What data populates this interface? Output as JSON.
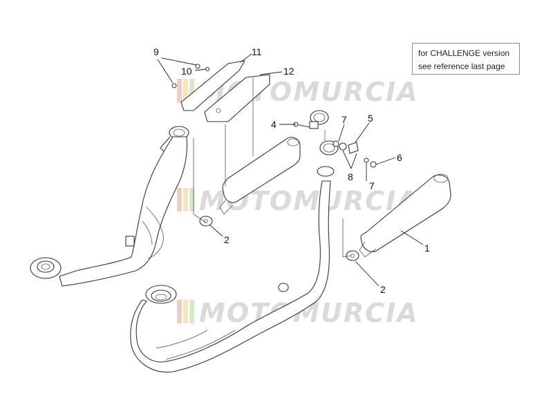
{
  "note": {
    "line1": "for CHALLENGE version",
    "line2": "see reference last page"
  },
  "watermark": {
    "text": "MOTOMURCIA",
    "stripe_colors": [
      "#e9b6b0",
      "#f0dc98",
      "#bfe0b5"
    ]
  },
  "callouts": [
    {
      "id": "1",
      "label": "1"
    },
    {
      "id": "2a",
      "label": "2"
    },
    {
      "id": "2b",
      "label": "2"
    },
    {
      "id": "4",
      "label": "4"
    },
    {
      "id": "5",
      "label": "5"
    },
    {
      "id": "6",
      "label": "6"
    },
    {
      "id": "7a",
      "label": "7"
    },
    {
      "id": "7b",
      "label": "7"
    },
    {
      "id": "8",
      "label": "8"
    },
    {
      "id": "9",
      "label": "9"
    },
    {
      "id": "10",
      "label": "10"
    },
    {
      "id": "11",
      "label": "11"
    },
    {
      "id": "12",
      "label": "12"
    }
  ]
}
